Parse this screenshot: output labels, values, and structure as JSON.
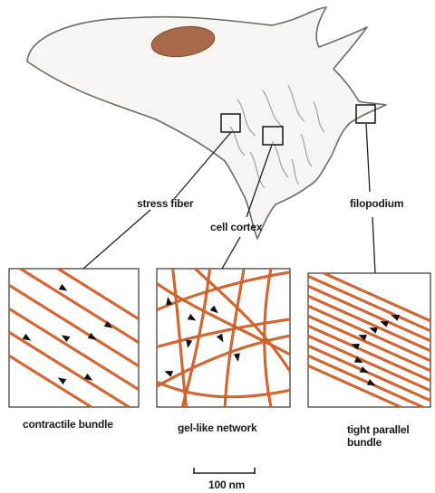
{
  "labels": {
    "stress_fiber": "stress fiber",
    "cell_cortex": "cell cortex",
    "filopodium": "filopodium"
  },
  "panels": [
    {
      "caption": "contractile bundle"
    },
    {
      "caption": "gel-like network"
    },
    {
      "caption_line1": "tight parallel",
      "caption_line2": "bundle"
    }
  ],
  "scale_bar": {
    "label": "100 nm"
  },
  "colors": {
    "filament": "#c8501e",
    "filament_core": "#e07a3c",
    "nucleus": "#a86a4a",
    "cell_outline": "#6a6a6a",
    "cell_fill": "#f7f5f2",
    "arrowhead": "#111111"
  }
}
